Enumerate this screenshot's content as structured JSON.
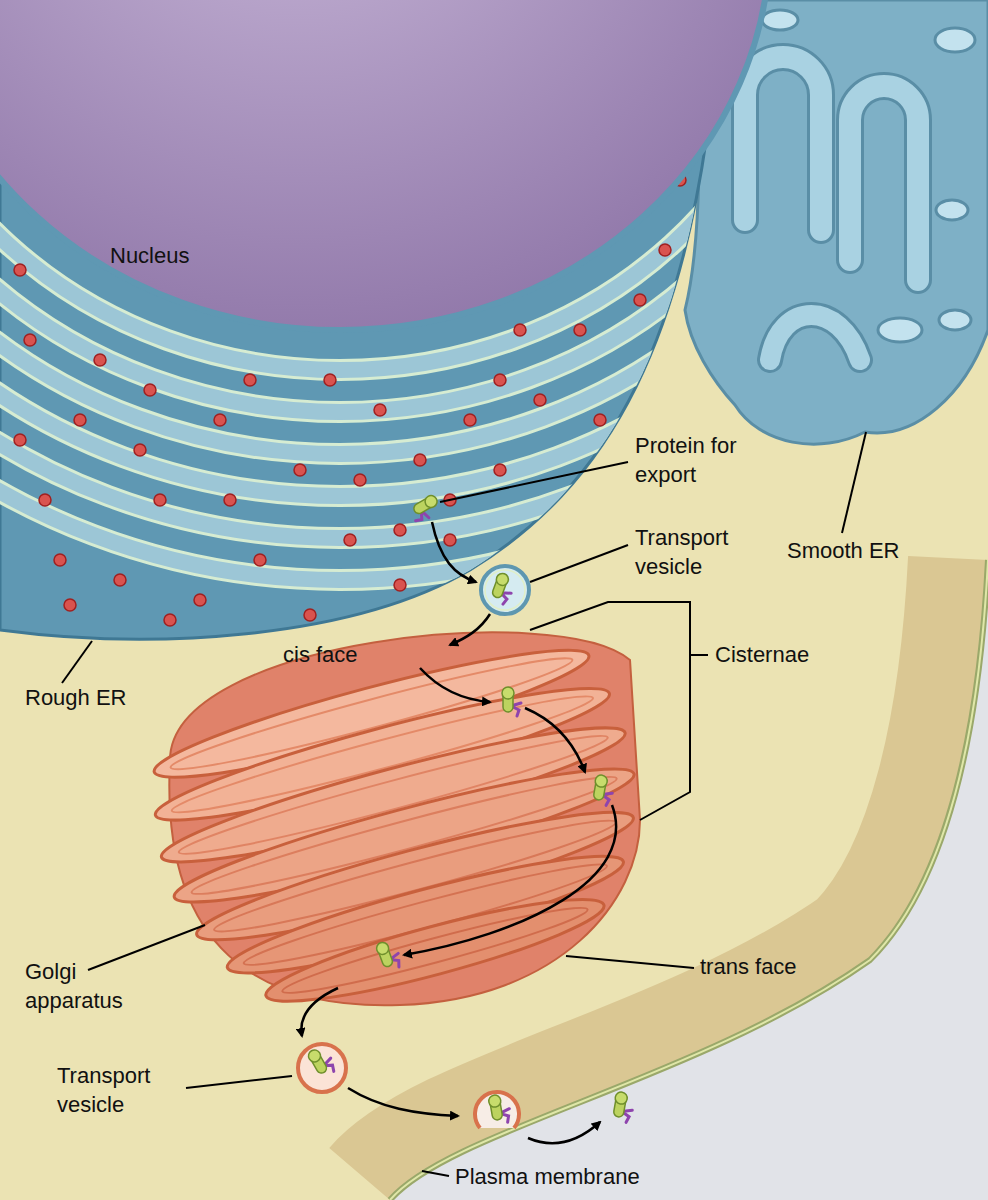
{
  "diagram": {
    "labels": [
      "Nucleus",
      "Protein for export",
      "Transport vesicle",
      "Smooth ER",
      "cis face",
      "Cisternae",
      "Rough ER",
      "Golgi apparatus",
      "trans face",
      "Transport vesicle",
      "Plasma membrane"
    ]
  }
}
